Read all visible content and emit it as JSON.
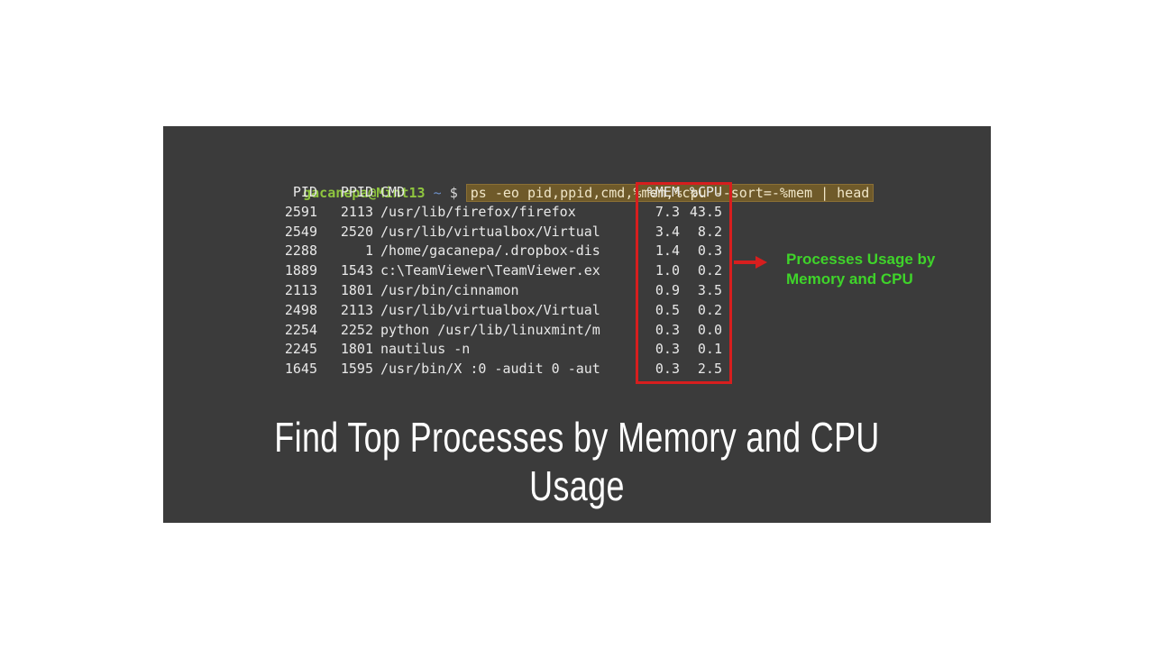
{
  "terminal": {
    "prompt_user": "gacanepa@Mint13",
    "prompt_path": " ~ ",
    "prompt_symbol": "$ ",
    "command": "ps -eo pid,ppid,cmd,%mem,%cpu --sort=-%mem | head",
    "columns": [
      "PID",
      "PPID",
      "CMD",
      "%MEM",
      "%CPU"
    ],
    "rows": [
      {
        "pid": "2591",
        "ppid": "2113",
        "cmd": "/usr/lib/firefox/firefox",
        "mem": "7.3",
        "cpu": "43.5"
      },
      {
        "pid": "2549",
        "ppid": "2520",
        "cmd": "/usr/lib/virtualbox/Virtual",
        "mem": "3.4",
        "cpu": "8.2"
      },
      {
        "pid": "2288",
        "ppid": "1",
        "cmd": "/home/gacanepa/.dropbox-dis",
        "mem": "1.4",
        "cpu": "0.3"
      },
      {
        "pid": "1889",
        "ppid": "1543",
        "cmd": "c:\\TeamViewer\\TeamViewer.ex",
        "mem": "1.0",
        "cpu": "0.2"
      },
      {
        "pid": "2113",
        "ppid": "1801",
        "cmd": "/usr/bin/cinnamon",
        "mem": "0.9",
        "cpu": "3.5"
      },
      {
        "pid": "2498",
        "ppid": "2113",
        "cmd": "/usr/lib/virtualbox/Virtual",
        "mem": "0.5",
        "cpu": "0.2"
      },
      {
        "pid": "2254",
        "ppid": "2252",
        "cmd": "python /usr/lib/linuxmint/m",
        "mem": "0.3",
        "cpu": "0.0"
      },
      {
        "pid": "2245",
        "ppid": "1801",
        "cmd": "nautilus -n",
        "mem": "0.3",
        "cpu": "0.1"
      },
      {
        "pid": "1645",
        "ppid": "1595",
        "cmd": "/usr/bin/X :0 -audit 0 -aut",
        "mem": "0.3",
        "cpu": "2.5"
      }
    ]
  },
  "annotation": {
    "line1": "Processes Usage by",
    "line2": "Memory and CPU"
  },
  "caption": "Find Top Processes by Memory and CPU Usage",
  "colors": {
    "panel_bg": "#3b3b3b",
    "highlight": "#d71e1e",
    "annotation": "#3fd42a",
    "prompt_user": "#8fc63f"
  }
}
